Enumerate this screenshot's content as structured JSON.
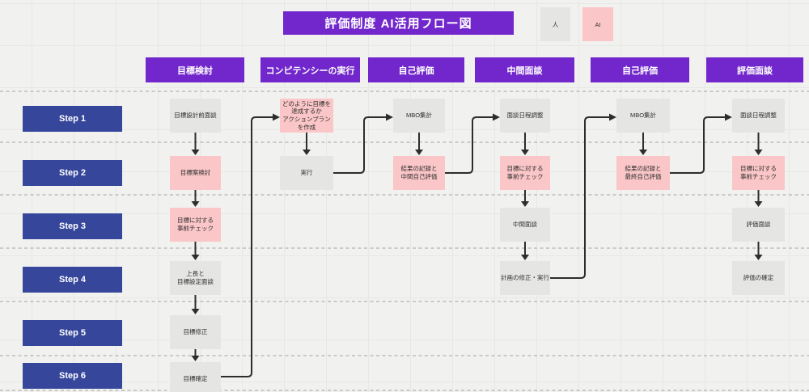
{
  "title": "評価制度 AI活用フロー図",
  "legend": {
    "human": "人",
    "ai": "AI"
  },
  "steps": [
    "Step 1",
    "Step 2",
    "Step 3",
    "Step 4",
    "Step 5",
    "Step 6"
  ],
  "columns": [
    {
      "header": "目標検討",
      "nodes": [
        {
          "step": 1,
          "label": "目標設計前面談",
          "type": "human"
        },
        {
          "step": 2,
          "label": "目標案検討",
          "type": "ai"
        },
        {
          "step": 3,
          "label": "目標に対する\n事前チェック",
          "type": "ai"
        },
        {
          "step": 4,
          "label": "上長と\n目標設定面談",
          "type": "human"
        },
        {
          "step": 5,
          "label": "目標修正",
          "type": "human"
        },
        {
          "step": 6,
          "label": "目標確定",
          "type": "human"
        }
      ]
    },
    {
      "header": "コンピテンシーの実行",
      "nodes": [
        {
          "step": 1,
          "label": "どのように目標を\n達成するか\nアクションプラン\nを作成",
          "type": "ai"
        },
        {
          "step": 2,
          "label": "実行",
          "type": "human"
        }
      ]
    },
    {
      "header": "自己評価",
      "nodes": [
        {
          "step": 1,
          "label": "MBO集計",
          "type": "human"
        },
        {
          "step": 2,
          "label": "結果の記録と\n中間自己評価",
          "type": "ai"
        }
      ]
    },
    {
      "header": "中間面談",
      "nodes": [
        {
          "step": 1,
          "label": "面談日程調整",
          "type": "human"
        },
        {
          "step": 2,
          "label": "目標に対する\n事前チェック",
          "type": "ai"
        },
        {
          "step": 3,
          "label": "中間面談",
          "type": "human"
        },
        {
          "step": 4,
          "label": "計画の修正・実行",
          "type": "human"
        }
      ]
    },
    {
      "header": "自己評価",
      "nodes": [
        {
          "step": 1,
          "label": "MBO集計",
          "type": "human"
        },
        {
          "step": 2,
          "label": "結果の記録と\n最終自己評価",
          "type": "ai"
        }
      ]
    },
    {
      "header": "評価面談",
      "nodes": [
        {
          "step": 1,
          "label": "面談日程調整",
          "type": "human"
        },
        {
          "step": 2,
          "label": "目標に対する\n事前チェック",
          "type": "ai"
        },
        {
          "step": 3,
          "label": "評価面談",
          "type": "human"
        },
        {
          "step": 4,
          "label": "評価の確定",
          "type": "human"
        }
      ]
    }
  ],
  "colors": {
    "accent_purple": "#7127cb",
    "step_blue": "#36479b",
    "human_gray": "#e5e5e4",
    "ai_pink": "#fbc6c7",
    "canvas_bg": "#f1f1f0",
    "connector": "#2d2d2d"
  }
}
